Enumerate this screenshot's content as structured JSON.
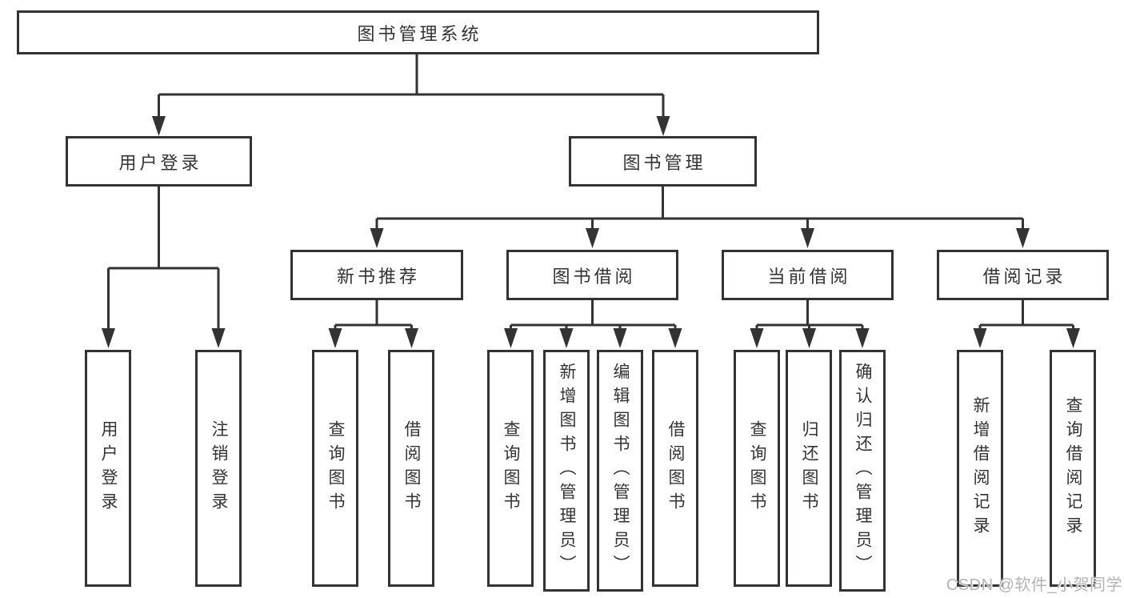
{
  "root": {
    "label": "图书管理系统"
  },
  "level2": [
    {
      "id": "user-login",
      "label": "用户登录"
    },
    {
      "id": "book-management",
      "label": "图书管理"
    }
  ],
  "level3": [
    {
      "id": "new-book-recommend",
      "label": "新书推荐"
    },
    {
      "id": "book-borrow",
      "label": "图书借阅"
    },
    {
      "id": "current-borrow",
      "label": "当前借阅"
    },
    {
      "id": "borrow-records",
      "label": "借阅记录"
    }
  ],
  "leaves": {
    "user_login": [
      "用户登录",
      "注销登录"
    ],
    "recommend": [
      "查询图书",
      "借阅图书"
    ],
    "borrow": [
      "查询图书",
      "新增图书（管理员）",
      "编辑图书（管理员）",
      "借阅图书"
    ],
    "current": [
      "查询图书",
      "归还图书",
      "确认归还（管理员）"
    ],
    "records": [
      "新增借阅记录",
      "查询借阅记录"
    ]
  },
  "watermark": {
    "text": "CSDN @软件_小贺同学"
  },
  "colors": {
    "line": "#333333",
    "text": "#333333",
    "watermark": "#b3b3b3",
    "background": "#ffffff"
  }
}
